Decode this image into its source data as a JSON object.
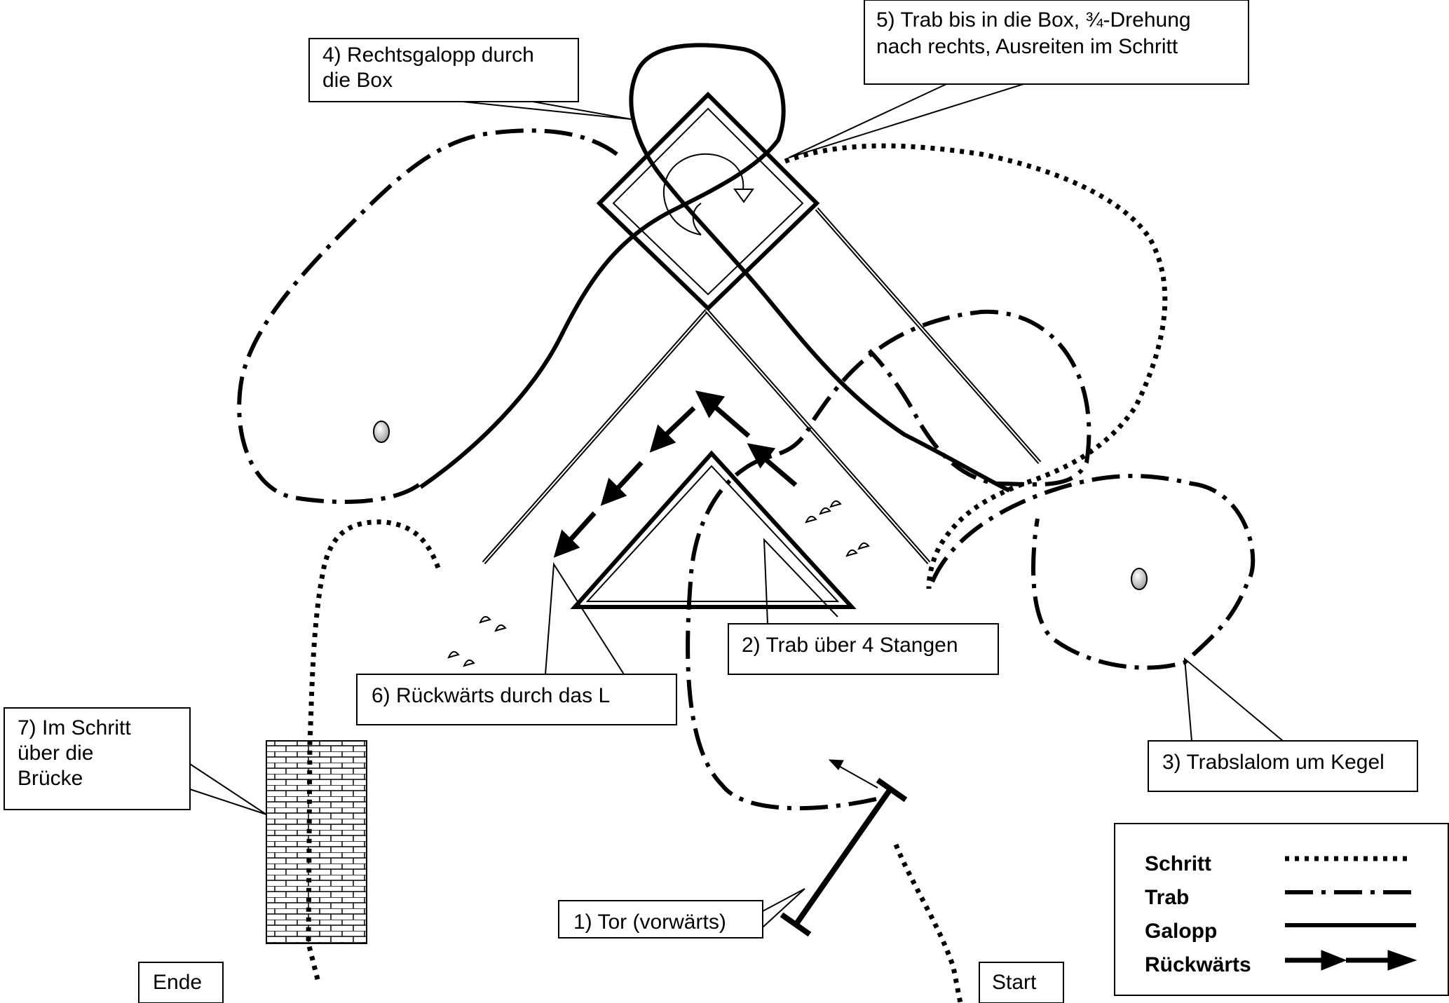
{
  "callouts": {
    "tor": "1) Tor (vorwärts)",
    "stangen": "2) Trab über 4 Stangen",
    "slalom": "3) Trabslalom um Kegel",
    "box_galopp_line1": "4) Rechtsgalopp durch",
    "box_galopp_line2": "die Box",
    "box_trab_line1": "5) Trab bis in die Box, ¾-Drehung",
    "box_trab_line2": "nach rechts, Ausreiten im Schritt",
    "l_rueckwaerts": "6) Rückwärts durch das L",
    "bruecke_line1": "7) Im Schritt",
    "bruecke_line2": "über die",
    "bruecke_line3": "Brücke"
  },
  "labels": {
    "start": "Start",
    "end": "Ende"
  },
  "legend": {
    "items": [
      {
        "label": "Schritt",
        "style": "dotted"
      },
      {
        "label": "Trab",
        "style": "dash-dot"
      },
      {
        "label": "Galopp",
        "style": "solid"
      },
      {
        "label": "Rückwärts",
        "style": "arrows"
      }
    ]
  },
  "colors": {
    "line": "#000000",
    "background": "#ffffff",
    "cone": "#c0c0c0"
  }
}
